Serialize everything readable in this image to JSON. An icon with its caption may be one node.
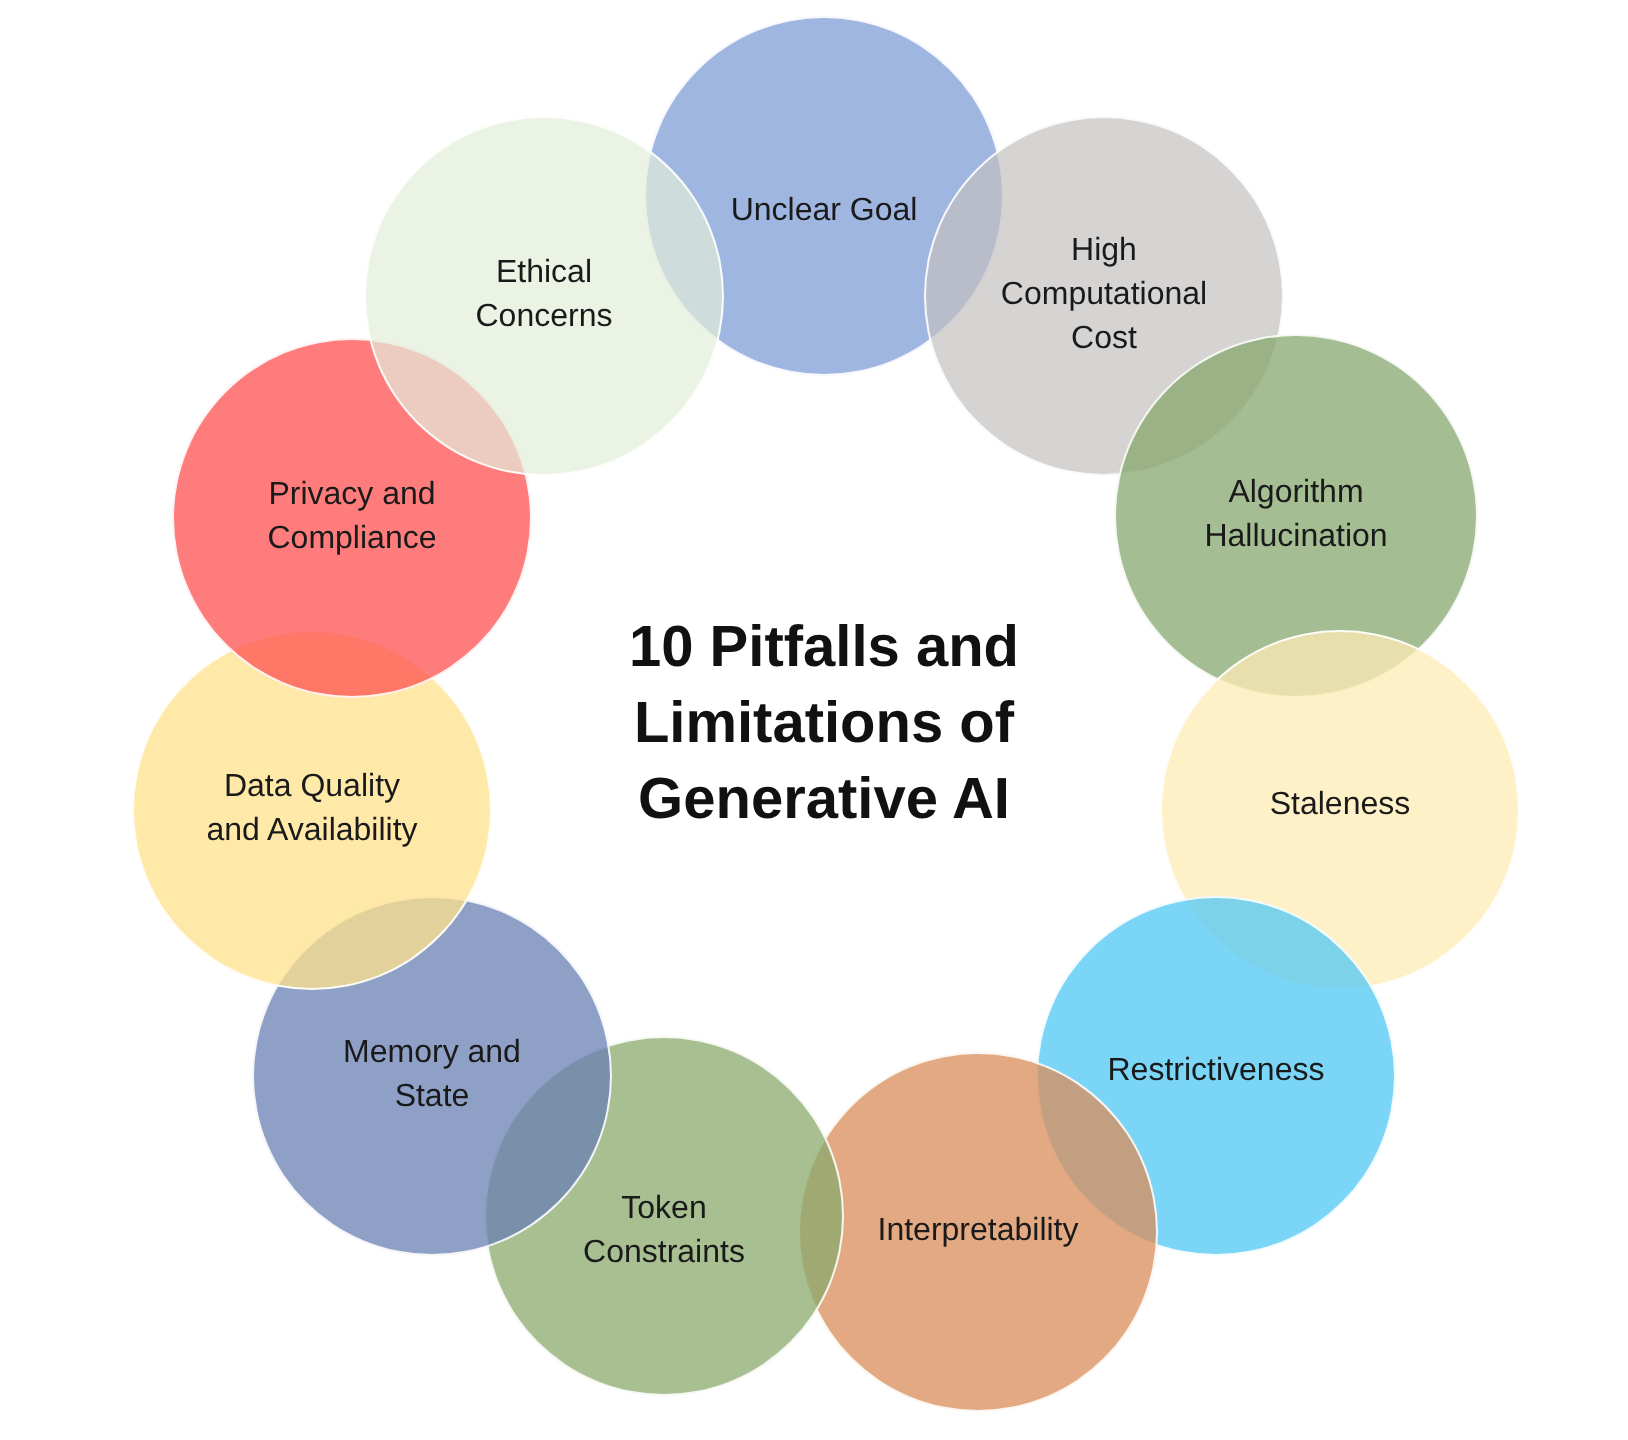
{
  "diagram": {
    "title": "10 Pitfalls and Limitations of Generative AI",
    "nodes": [
      {
        "text": [
          "Unclear Goal"
        ]
      },
      {
        "text": [
          "High Computational Cost"
        ]
      },
      {
        "text": [
          "Algorithm Hallucination"
        ]
      },
      {
        "text": [
          "Staleness"
        ]
      },
      {
        "text": [
          "Restrictiveness"
        ]
      },
      {
        "text": [
          "Interpretability"
        ]
      },
      {
        "text": [
          "Token Constraints"
        ]
      },
      {
        "text": [
          "Memory and State"
        ]
      },
      {
        "text": [
          "Data Quality and Availability"
        ]
      },
      {
        "text": [
          "Privacy and Compliance"
        ]
      },
      {
        "text": [
          "Ethical Concerns"
        ]
      }
    ]
  }
}
